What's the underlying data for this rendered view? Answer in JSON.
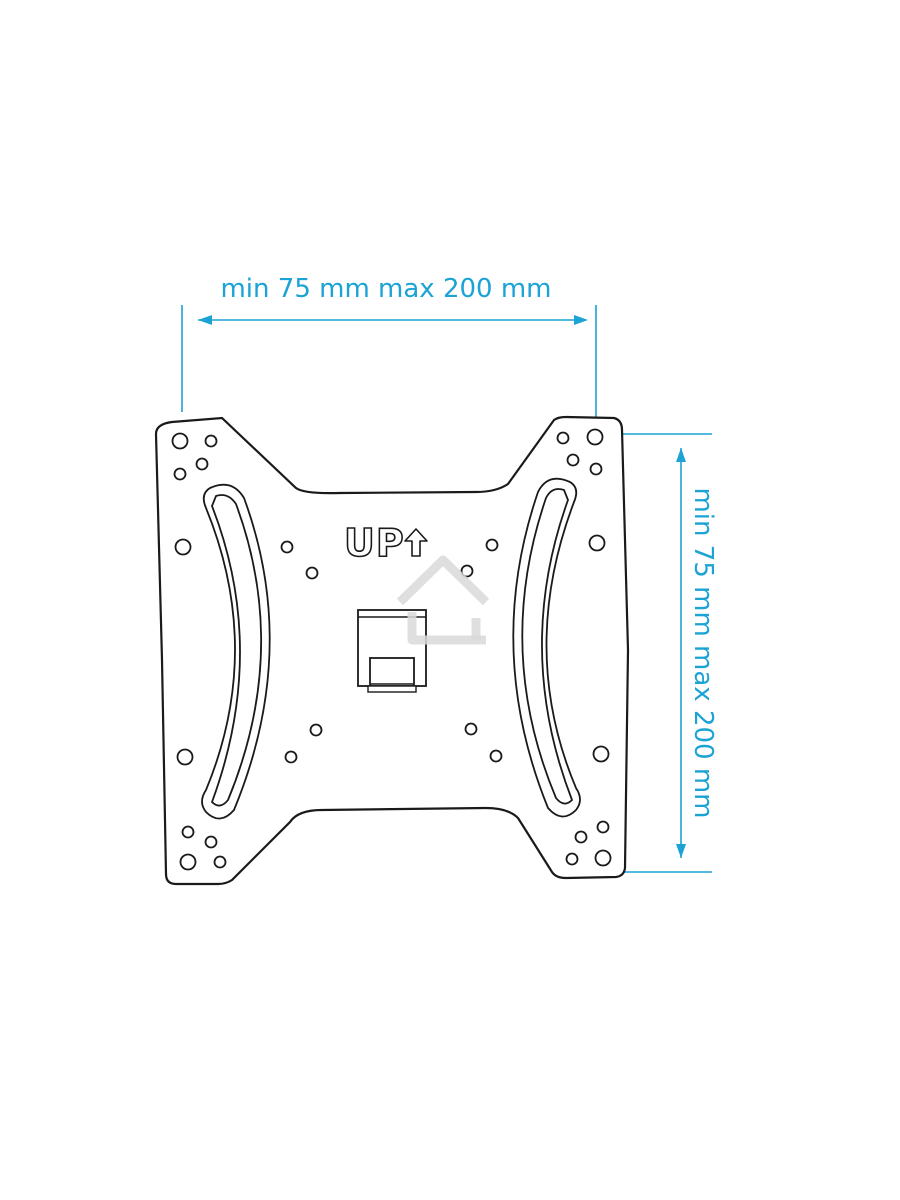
{
  "diagram": {
    "width_label": "min 75 mm max 200 mm",
    "height_label": "min 75 mm max 200 mm",
    "up_label": "UP",
    "colors": {
      "dimension": "#1aa3d4",
      "outline": "#1a1a1a",
      "watermark": "#d9d9d9"
    },
    "icons": [
      "arrow-up-icon",
      "house-watermark-icon"
    ]
  }
}
